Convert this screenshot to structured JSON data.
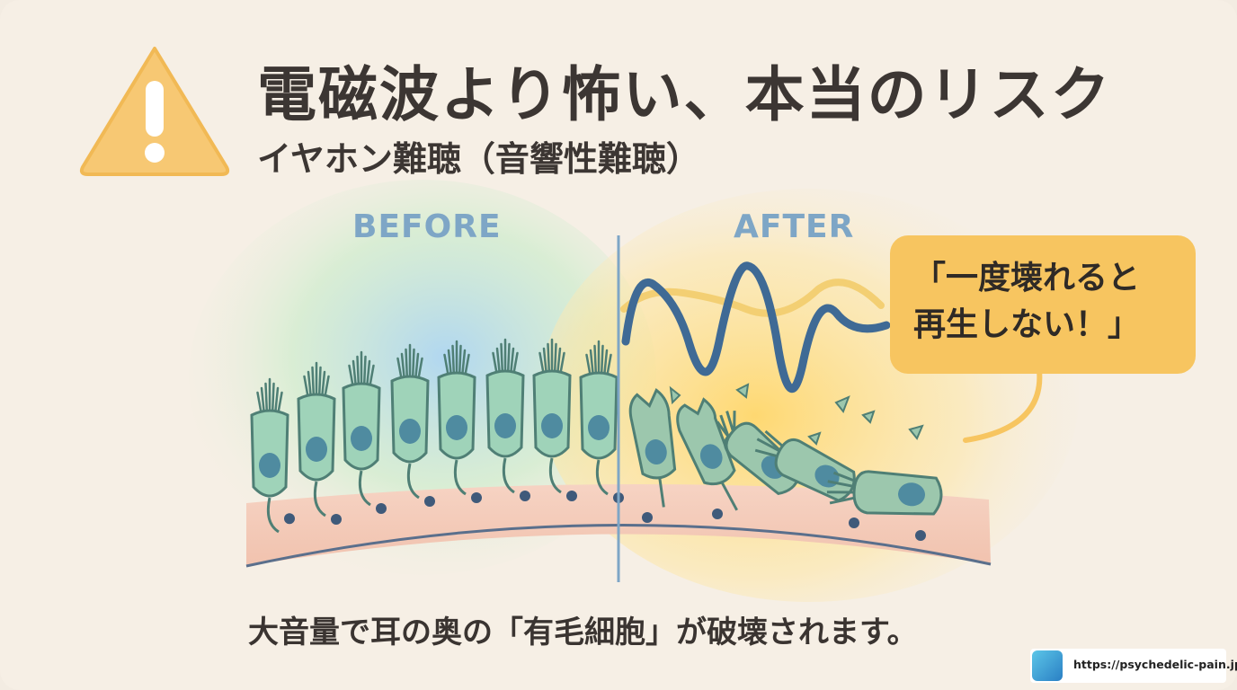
{
  "header": {
    "title": "電磁波より怖い、本当のリスク",
    "subtitle": "イヤホン難聴（音響性難聴）"
  },
  "diagram": {
    "before_label": "BEFORE",
    "after_label": "AFTER",
    "callout_line1": "「一度壊れると",
    "callout_line2": "再生しない！」"
  },
  "caption": "大音量で耳の奥の「有毛細胞」が破壊されます。",
  "footer": {
    "url": "https://psychedelic-pain.jp/"
  },
  "colors": {
    "background": "#f6efe5",
    "warning_fill": "#f7c873",
    "cell_fill": "#9fd3b9",
    "wave": "#3f6a95",
    "callout": "#f7c560",
    "label": "#7ea6c6"
  },
  "icons": [
    "warning-triangle-icon",
    "site-logo-icon"
  ]
}
